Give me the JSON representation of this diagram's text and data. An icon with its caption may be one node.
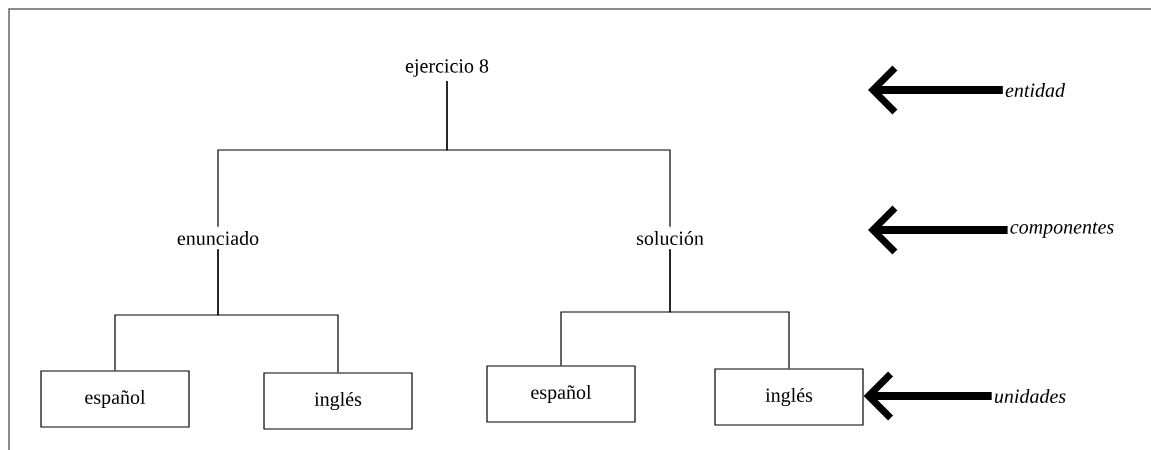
{
  "diagram": {
    "nodes": [
      {
        "text": [
          "ejercicio 8"
        ]
      },
      {
        "text": [
          "enunciado"
        ]
      },
      {
        "text": [
          "solución"
        ]
      },
      {
        "text": [
          "español"
        ]
      },
      {
        "text": [
          "inglés"
        ]
      },
      {
        "text": [
          "español"
        ]
      },
      {
        "text": [
          "inglés"
        ]
      },
      {
        "text": [
          "entidad"
        ]
      },
      {
        "text": [
          "componentes"
        ]
      },
      {
        "text": [
          "unidades"
        ]
      }
    ],
    "edges": [
      {
        "from": 0,
        "to": 1,
        "arrow": "none"
      },
      {
        "from": 0,
        "to": 2,
        "arrow": "none"
      },
      {
        "from": 1,
        "to": 3,
        "arrow": "none"
      },
      {
        "from": 1,
        "to": 4,
        "arrow": "none"
      },
      {
        "from": 2,
        "to": 5,
        "arrow": "none"
      },
      {
        "from": 2,
        "to": 6,
        "arrow": "none"
      },
      {
        "from": 7,
        "to": null,
        "arrow": "to",
        "style": "thick"
      },
      {
        "from": 8,
        "to": null,
        "arrow": "to",
        "style": "thick"
      },
      {
        "from": 9,
        "to": 6,
        "arrow": "to",
        "style": "thick"
      }
    ]
  }
}
